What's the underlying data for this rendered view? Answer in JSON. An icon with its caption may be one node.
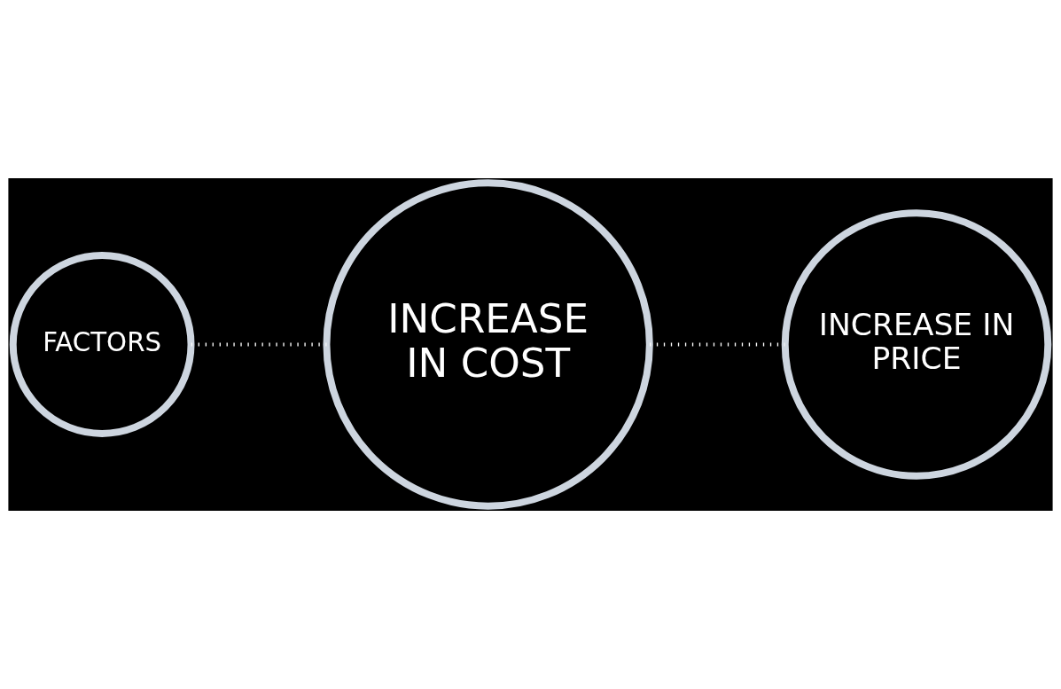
{
  "diagram": {
    "nodes": [
      {
        "text": [
          "FACTORS"
        ]
      },
      {
        "text": [
          "INCREASE IN COST"
        ]
      },
      {
        "text": [
          "INCREASE IN PRICE"
        ]
      }
    ],
    "edges": [
      {
        "from": 0,
        "to": 1,
        "arrow": "none",
        "style": "dashed"
      },
      {
        "from": 1,
        "to": 2,
        "arrow": "none",
        "style": "dashed"
      }
    ]
  }
}
